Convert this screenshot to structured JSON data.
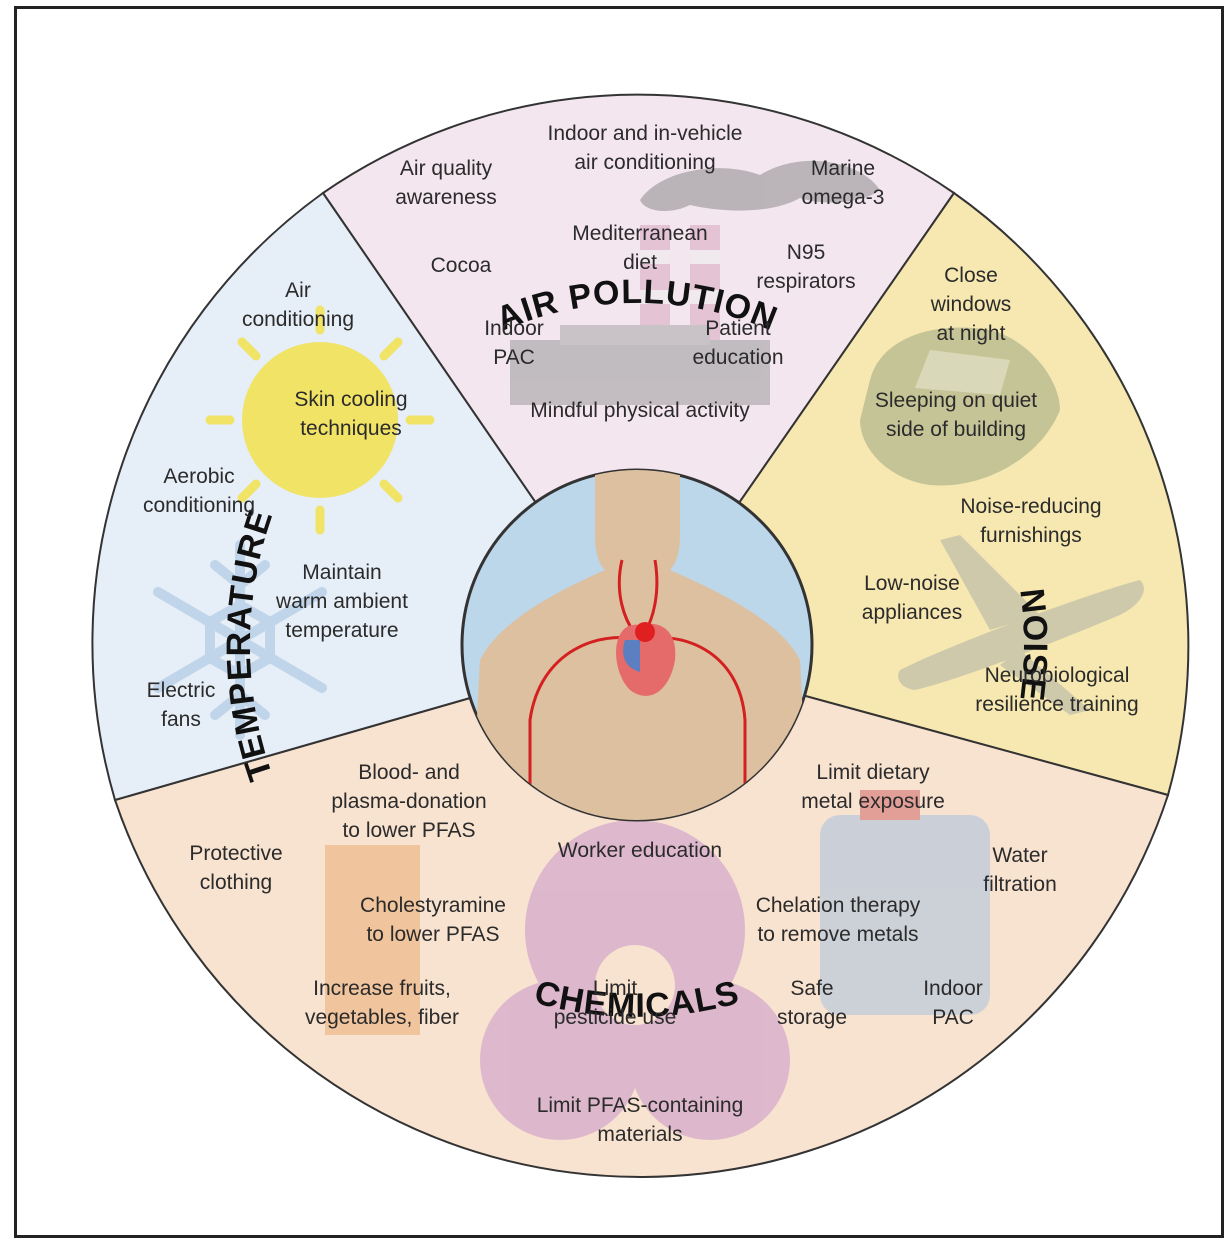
{
  "sections": {
    "air_pollution": {
      "title": "AIR POLLUTION",
      "color": "#f3e6ef",
      "items": [
        [
          "Indoor and in-vehicle",
          "air conditioning"
        ],
        [
          "Air quality",
          "awareness"
        ],
        [
          "Marine",
          "omega-3"
        ],
        [
          "Mediterranean",
          "diet"
        ],
        [
          "Cocoa"
        ],
        [
          "N95",
          "respirators"
        ],
        [
          "Indoor",
          "PAC"
        ],
        [
          "Patient",
          "education"
        ],
        [
          "Mindful physical activity"
        ]
      ]
    },
    "noise": {
      "title": "NOISE",
      "color": "#f6e8b0",
      "items": [
        [
          "Close",
          "windows",
          "at night"
        ],
        [
          "Sleeping on quiet",
          "side of building"
        ],
        [
          "Noise-reducing",
          "furnishings"
        ],
        [
          "Low-noise",
          "appliances"
        ],
        [
          "Neurobiological",
          "resilience training"
        ]
      ]
    },
    "chemicals": {
      "title": "CHEMICALS",
      "color": "#f8e2d0",
      "items": [
        [
          "Blood- and",
          "plasma-donation",
          "to lower PFAS"
        ],
        [
          "Limit dietary",
          "metal exposure"
        ],
        [
          "Protective",
          "clothing"
        ],
        [
          "Worker education"
        ],
        [
          "Water",
          "filtration"
        ],
        [
          "Cholestyramine",
          "to lower PFAS"
        ],
        [
          "Chelation therapy",
          "to remove metals"
        ],
        [
          "Increase fruits,",
          "vegetables, fiber"
        ],
        [
          "Limit",
          "pesticide use"
        ],
        [
          "Safe",
          "storage"
        ],
        [
          "Indoor",
          "PAC"
        ],
        [
          "Limit PFAS-containing",
          "materials"
        ]
      ]
    },
    "temperature": {
      "title": "TEMPERATURE",
      "color": "#e6eef7",
      "items": [
        [
          "Air",
          "conditioning"
        ],
        [
          "Skin cooling",
          "techniques"
        ],
        [
          "Aerobic",
          "conditioning"
        ],
        [
          "Maintain",
          "warm ambient",
          "temperature"
        ],
        [
          "Electric",
          "fans"
        ]
      ]
    }
  },
  "colors": {
    "outline": "#333333",
    "center_bg": "#bcd6ea",
    "body": "#ddc0a0",
    "vessel": "#d42020"
  }
}
